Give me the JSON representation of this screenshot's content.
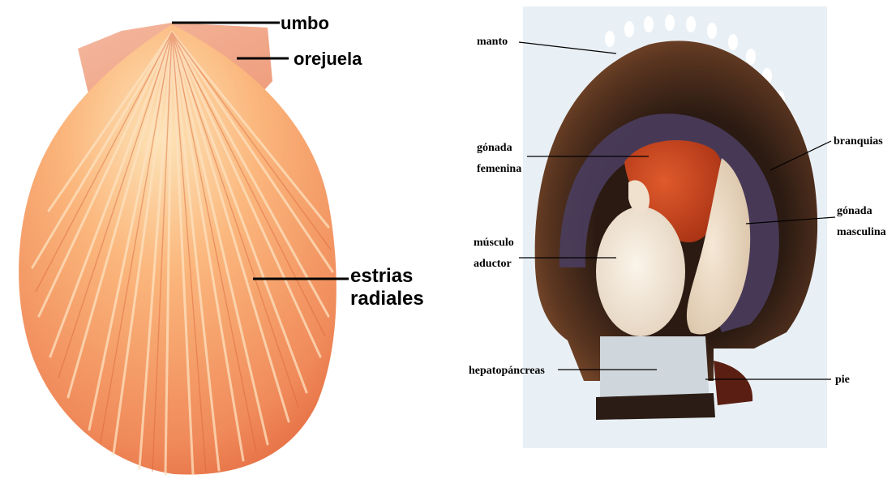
{
  "shell_panel": {
    "labels": {
      "umbo": "umbo",
      "orejuela": "orejuela",
      "estrias_line1": "estrias",
      "estrias_line2": "radiales"
    }
  },
  "scallop_panel": {
    "labels": {
      "manto": "manto",
      "gonada_femenina_line1": "gónada",
      "gonada_femenina_line2": "femenina",
      "branquias": "branquias",
      "gonada_masculina_line1": "gónada",
      "gonada_masculina_line2": "masculina",
      "musculo_line1": "músculo",
      "musculo_line2": "aductor",
      "hepatopancreas": "hepatopáncreas",
      "pie": "pie"
    }
  },
  "colors": {
    "shell_orange": "#f08a5a",
    "shell_highlight": "#fbc98f",
    "rib_light": "#fde2c0",
    "mantle_brown": "#3d2414",
    "gill_purple": "#4a3d5e",
    "female_gonad": "#c8421e",
    "male_gonad": "#ead8c2",
    "adductor": "#f1e6d6",
    "backdrop": "#e9f0f5"
  }
}
